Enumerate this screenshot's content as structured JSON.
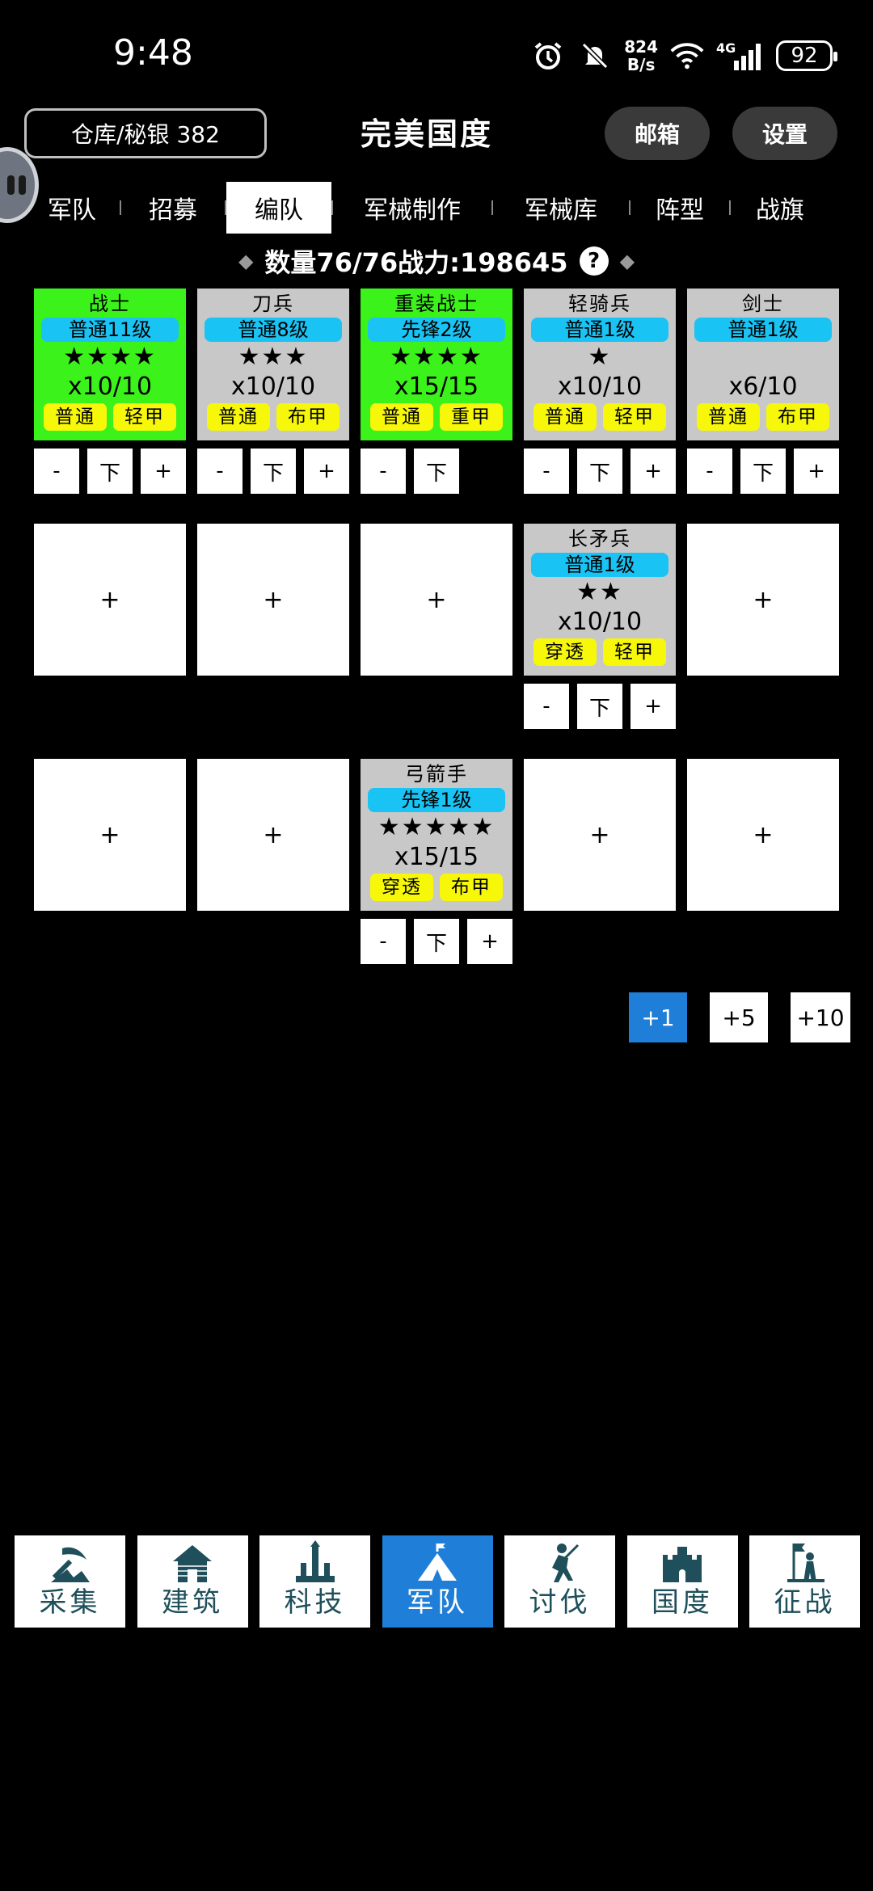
{
  "status_bar": {
    "time": "9:48",
    "net_speed_value": "824",
    "net_speed_unit": "B/s",
    "network": "4G",
    "battery": "92"
  },
  "header": {
    "storage_label": "仓库/秘银 382",
    "title": "完美国度",
    "mail_label": "邮箱",
    "settings_label": "设置"
  },
  "tabs": [
    {
      "label": "军队"
    },
    {
      "label": "招募"
    },
    {
      "label": "编队",
      "active": true
    },
    {
      "label": "军械制作"
    },
    {
      "label": "军械库"
    },
    {
      "label": "阵型"
    },
    {
      "label": "战旗"
    }
  ],
  "summary": {
    "text": "数量76/76战力:198645",
    "help": "?"
  },
  "controls": {
    "minus": "-",
    "down": "下",
    "plus": "+"
  },
  "empty_slot": "+",
  "units": [
    {
      "name": "战士",
      "rank": "普通11级",
      "stars": "★★★★",
      "count": "x10/10",
      "tags": [
        "普通",
        "轻甲"
      ],
      "bg": "#3bf21b"
    },
    {
      "name": "刀兵",
      "rank": "普通8级",
      "stars": "★★★",
      "count": "x10/10",
      "tags": [
        "普通",
        "布甲"
      ],
      "bg": "#c8c8c8"
    },
    {
      "name": "重装战士",
      "rank": "先锋2级",
      "stars": "★★★★",
      "count": "x15/15",
      "tags": [
        "普通",
        "重甲"
      ],
      "bg": "#3bf21b"
    },
    {
      "name": "轻骑兵",
      "rank": "普通1级",
      "stars": "★",
      "count": "x10/10",
      "tags": [
        "普通",
        "轻甲"
      ],
      "bg": "#c8c8c8"
    },
    {
      "name": "剑士",
      "rank": "普通1级",
      "stars": "",
      "count": "x6/10",
      "tags": [
        "普通",
        "布甲"
      ],
      "bg": "#c8c8c8"
    },
    {
      "name": "长矛兵",
      "rank": "普通1级",
      "stars": "★★",
      "count": "x10/10",
      "tags": [
        "穿透",
        "轻甲"
      ],
      "bg": "#c8c8c8"
    },
    {
      "name": "弓箭手",
      "rank": "先锋1级",
      "stars": "★★★★★",
      "count": "x15/15",
      "tags": [
        "穿透",
        "布甲"
      ],
      "bg": "#c8c8c8"
    }
  ],
  "quantity_buttons": [
    {
      "label": "+1",
      "active": true
    },
    {
      "label": "+5"
    },
    {
      "label": "+10"
    }
  ],
  "bottom_nav": [
    {
      "label": "采集",
      "icon": "pickaxe-icon"
    },
    {
      "label": "建筑",
      "icon": "house-icon"
    },
    {
      "label": "科技",
      "icon": "tower-icon"
    },
    {
      "label": "军队",
      "icon": "tent-icon",
      "active": true
    },
    {
      "label": "讨伐",
      "icon": "warrior-icon"
    },
    {
      "label": "国度",
      "icon": "castle-icon"
    },
    {
      "label": "征战",
      "icon": "flag-soldier-icon"
    }
  ]
}
